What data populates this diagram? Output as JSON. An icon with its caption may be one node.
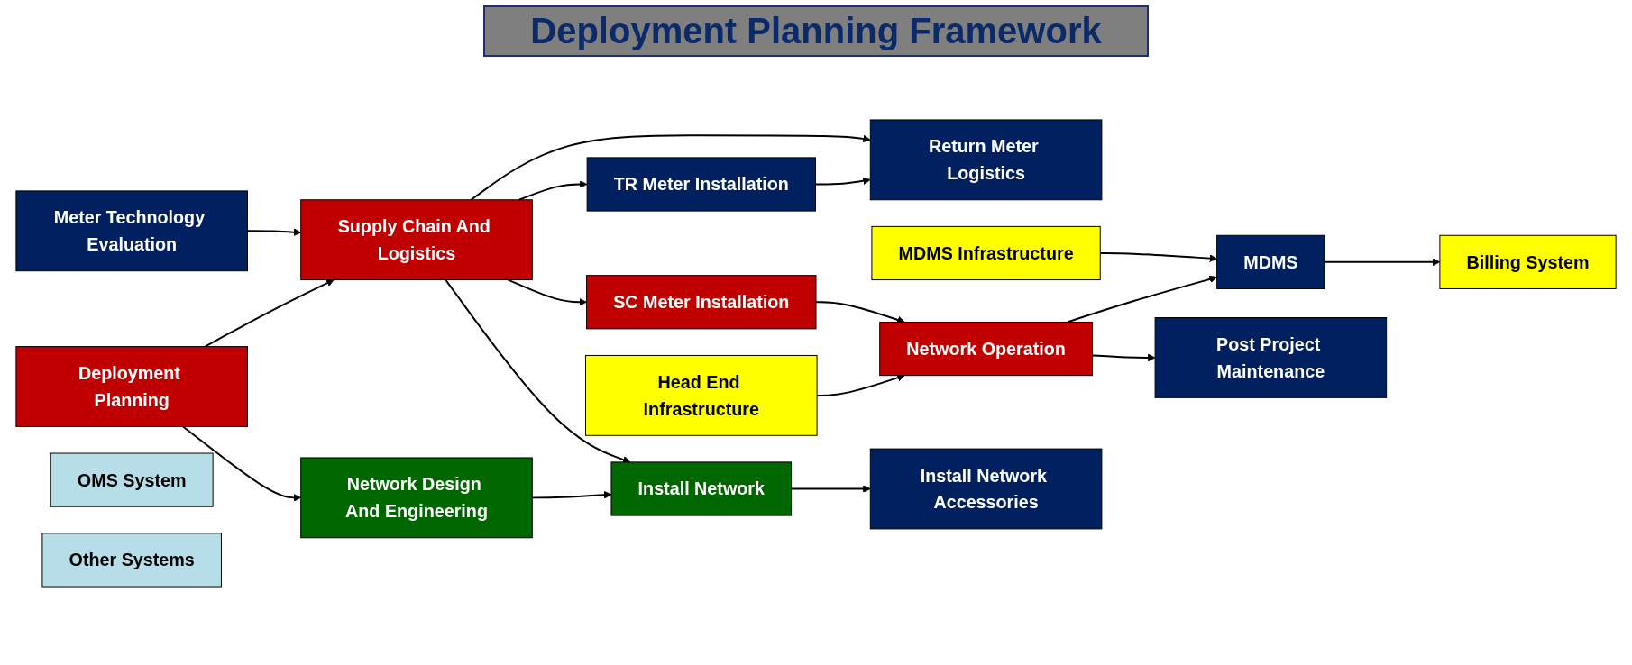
{
  "diagram": {
    "title": "Deployment Planning Framework",
    "nodes": [
      {
        "text": [
          "Meter Technology Evaluation"
        ]
      },
      {
        "text": [
          "Return Meter Logistics"
        ]
      },
      {
        "text": [
          "Head End Infrastructure"
        ]
      },
      {
        "text": [
          "MDMS Infrastructure"
        ]
      },
      {
        "text": [
          "Deployment Planning"
        ]
      },
      {
        "text": [
          "Supply Chain And Logistics"
        ]
      },
      {
        "text": [
          "SC Meter Installation"
        ]
      },
      {
        "text": [
          "Network Operation"
        ]
      },
      {
        "text": [
          "MDMS"
        ]
      },
      {
        "text": [
          "Network Design And Engineering"
        ]
      },
      {
        "text": [
          "Install Network"
        ]
      },
      {
        "text": [
          "TR Meter Installation"
        ]
      },
      {
        "text": [
          "Post Project Maintenance"
        ]
      },
      {
        "text": [
          "Billing System"
        ]
      },
      {
        "text": [
          "OMS System"
        ]
      },
      {
        "text": [
          "Other Systems"
        ]
      },
      {
        "text": [
          "Install Network Accessories"
        ]
      }
    ],
    "edges": [
      {
        "from": 0,
        "to": 5,
        "arrow": "to"
      },
      {
        "from": 4,
        "to": 5,
        "arrow": "to"
      },
      {
        "from": 4,
        "to": 9,
        "arrow": "to"
      },
      {
        "from": 5,
        "to": 10,
        "arrow": "to"
      },
      {
        "from": 9,
        "to": 10,
        "arrow": "to"
      },
      {
        "from": 10,
        "to": 16,
        "arrow": "to"
      },
      {
        "from": 5,
        "to": 6,
        "arrow": "to"
      },
      {
        "from": 5,
        "to": 1,
        "arrow": "to"
      },
      {
        "from": 5,
        "to": 11,
        "arrow": "to"
      },
      {
        "from": 11,
        "to": 1,
        "arrow": "to"
      },
      {
        "from": 6,
        "to": 7,
        "arrow": "to"
      },
      {
        "from": 2,
        "to": 7,
        "arrow": "to"
      },
      {
        "from": 3,
        "to": 8,
        "arrow": "to"
      },
      {
        "from": 7,
        "to": 8,
        "arrow": "to"
      },
      {
        "from": 7,
        "to": 12,
        "arrow": "to"
      },
      {
        "from": 8,
        "to": 13,
        "arrow": "to"
      }
    ]
  }
}
